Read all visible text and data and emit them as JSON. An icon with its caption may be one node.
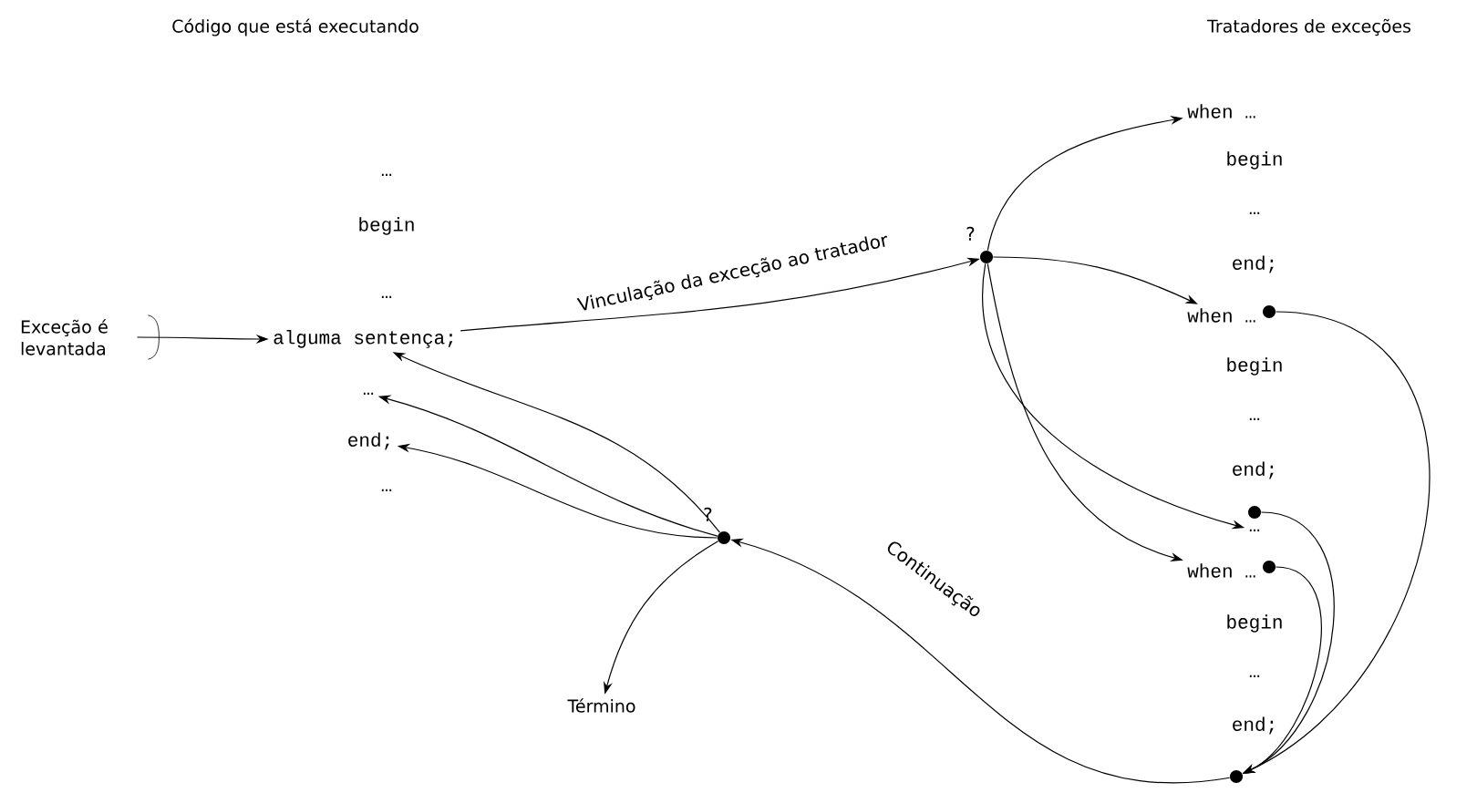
{
  "diagram": {
    "nodes": [
      {
        "text": [
          "Exceção é levantada"
        ]
      },
      {
        "text": [
          "alguma sentença;"
        ]
      },
      {
        "text": [
          "…"
        ]
      },
      {
        "text": [
          "end;"
        ]
      },
      {
        "text": [],
        "shape": "circle",
        "beside": [
          "?"
        ]
      },
      {
        "text": [
          "when …"
        ]
      },
      {
        "text": [
          "when …"
        ]
      },
      {
        "text": [],
        "shape": "circle"
      },
      {
        "text": [
          "…"
        ]
      },
      {
        "text": [],
        "shape": "circle"
      },
      {
        "text": [
          "when …"
        ]
      },
      {
        "text": [],
        "shape": "circle"
      },
      {
        "text": [],
        "shape": "circle"
      },
      {
        "text": [],
        "shape": "circle",
        "beside": [
          "?"
        ]
      },
      {
        "text": [
          "Término"
        ]
      }
    ],
    "edges": [
      {
        "from": 0,
        "to": 1,
        "arrow": "to"
      },
      {
        "from": 1,
        "to": 4,
        "arrow": "to",
        "label": "Vinculação da exceção ao tratador"
      },
      {
        "from": 4,
        "to": 5,
        "arrow": "to"
      },
      {
        "from": 4,
        "to": 6,
        "arrow": "to"
      },
      {
        "from": 4,
        "to": 8,
        "arrow": "to"
      },
      {
        "from": 4,
        "to": 10,
        "arrow": "to"
      },
      {
        "from": 7,
        "to": 12,
        "arrow": "to"
      },
      {
        "from": 9,
        "to": 12,
        "arrow": "to"
      },
      {
        "from": 11,
        "to": 12,
        "arrow": "to"
      },
      {
        "from": 12,
        "to": 13,
        "arrow": "to",
        "label": "Continuação"
      },
      {
        "from": 13,
        "to": 1,
        "arrow": "to"
      },
      {
        "from": 13,
        "to": 2,
        "arrow": "to"
      },
      {
        "from": 13,
        "to": 3,
        "arrow": "to"
      },
      {
        "from": 13,
        "to": 14,
        "arrow": "to"
      }
    ],
    "labels": [
      "Código que está executando",
      "Tratadores de exceções",
      "…",
      "begin",
      "…",
      "…",
      "begin",
      "…",
      "end;",
      "begin",
      "…",
      "end;",
      "begin",
      "…",
      "end;"
    ]
  }
}
